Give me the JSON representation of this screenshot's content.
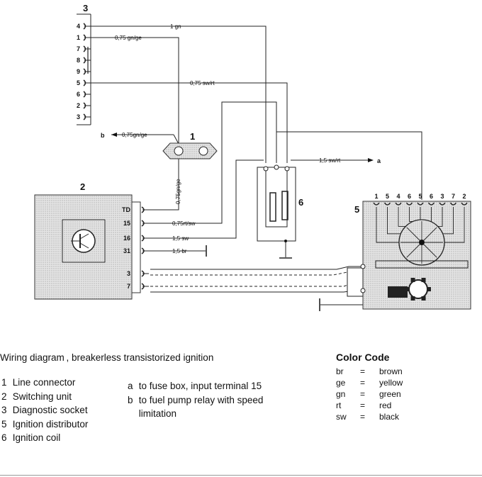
{
  "diagram": {
    "component_numbers": {
      "socket": "3",
      "line_connector": "1",
      "switching_unit": "2",
      "coil": "6",
      "distributor": "5"
    },
    "socket_pins": [
      "4",
      "1",
      "7",
      "8",
      "9",
      "5",
      "6",
      "2",
      "3"
    ],
    "wire_labels": {
      "w1gn": "1 gn",
      "w075gnge": "0,75 gn/ge",
      "w075swrt": "0,75 sw/rt",
      "b_075gnge": "0,75gn/ge",
      "vert_075gnge": "0,75gn/ge",
      "w15swrt": "1,5 sw/rt",
      "w075rtsw": "0,75rt/sw",
      "w15sw": "1,5 sw",
      "w15br": "1,5 br"
    },
    "arrow_a": "a",
    "arrow_b": "b",
    "unit_pins": [
      "TD",
      "15",
      "16",
      "31",
      "3",
      "7"
    ],
    "distributor_pins": [
      "1",
      "5",
      "4",
      "6",
      "5",
      "6",
      "3",
      "7",
      "2"
    ]
  },
  "caption": {
    "title": "Wiring diagram , breakerless transistorized ignition",
    "components": [
      {
        "n": "1",
        "label": "Line connector"
      },
      {
        "n": "2",
        "label": "Switching unit"
      },
      {
        "n": "3",
        "label": "Diagnostic socket"
      },
      {
        "n": "5",
        "label": "Ignition distributor"
      },
      {
        "n": "6",
        "label": "Ignition coil"
      }
    ],
    "notes": [
      {
        "key": "a",
        "text": "to fuse box, input terminal 15"
      },
      {
        "key": "b",
        "text": "to fuel pump relay with speed"
      },
      {
        "key": "",
        "text": "limitation"
      }
    ]
  },
  "color_code": {
    "title": "Color Code",
    "rows": [
      {
        "code": "br",
        "eq": "=",
        "name": "brown"
      },
      {
        "code": "ge",
        "eq": "=",
        "name": "yellow"
      },
      {
        "code": "gn",
        "eq": "=",
        "name": "green"
      },
      {
        "code": "rt",
        "eq": "=",
        "name": "red"
      },
      {
        "code": "sw",
        "eq": "=",
        "name": "black"
      }
    ]
  }
}
